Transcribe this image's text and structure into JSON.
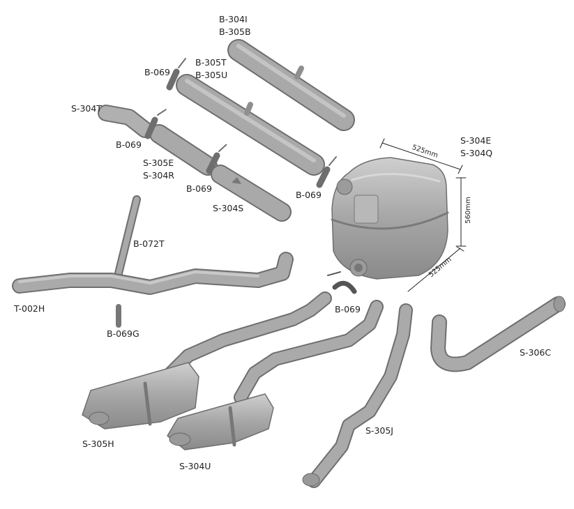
{
  "labels": {
    "b304i": "B-304I",
    "b305b": "B-305B",
    "b305t": "B-305T",
    "b305u": "B-305U",
    "b069_a": "B-069",
    "s304t": "S-304T",
    "b069_b": "B-069",
    "s305e": "S-305E",
    "s304r": "S-304R",
    "b069_c": "B-069",
    "s304s": "S-304S",
    "b069_d": "B-069",
    "s304e": "S-304E",
    "s304q": "S-304Q",
    "b072t": "B-072T",
    "t002h": "T-002H",
    "b069g": "B-069G",
    "b069_e": "B-069",
    "s306c": "S-306C",
    "s305h": "S-305H",
    "s305j": "S-305J",
    "s304u": "S-304U"
  },
  "dimensions": {
    "width": "525mm",
    "height": "560mm",
    "depth": "525mm"
  },
  "colors": {
    "part_fill": "#a9a9a9",
    "part_edge": "#6e6e6e",
    "part_light": "#c8c8c8"
  }
}
